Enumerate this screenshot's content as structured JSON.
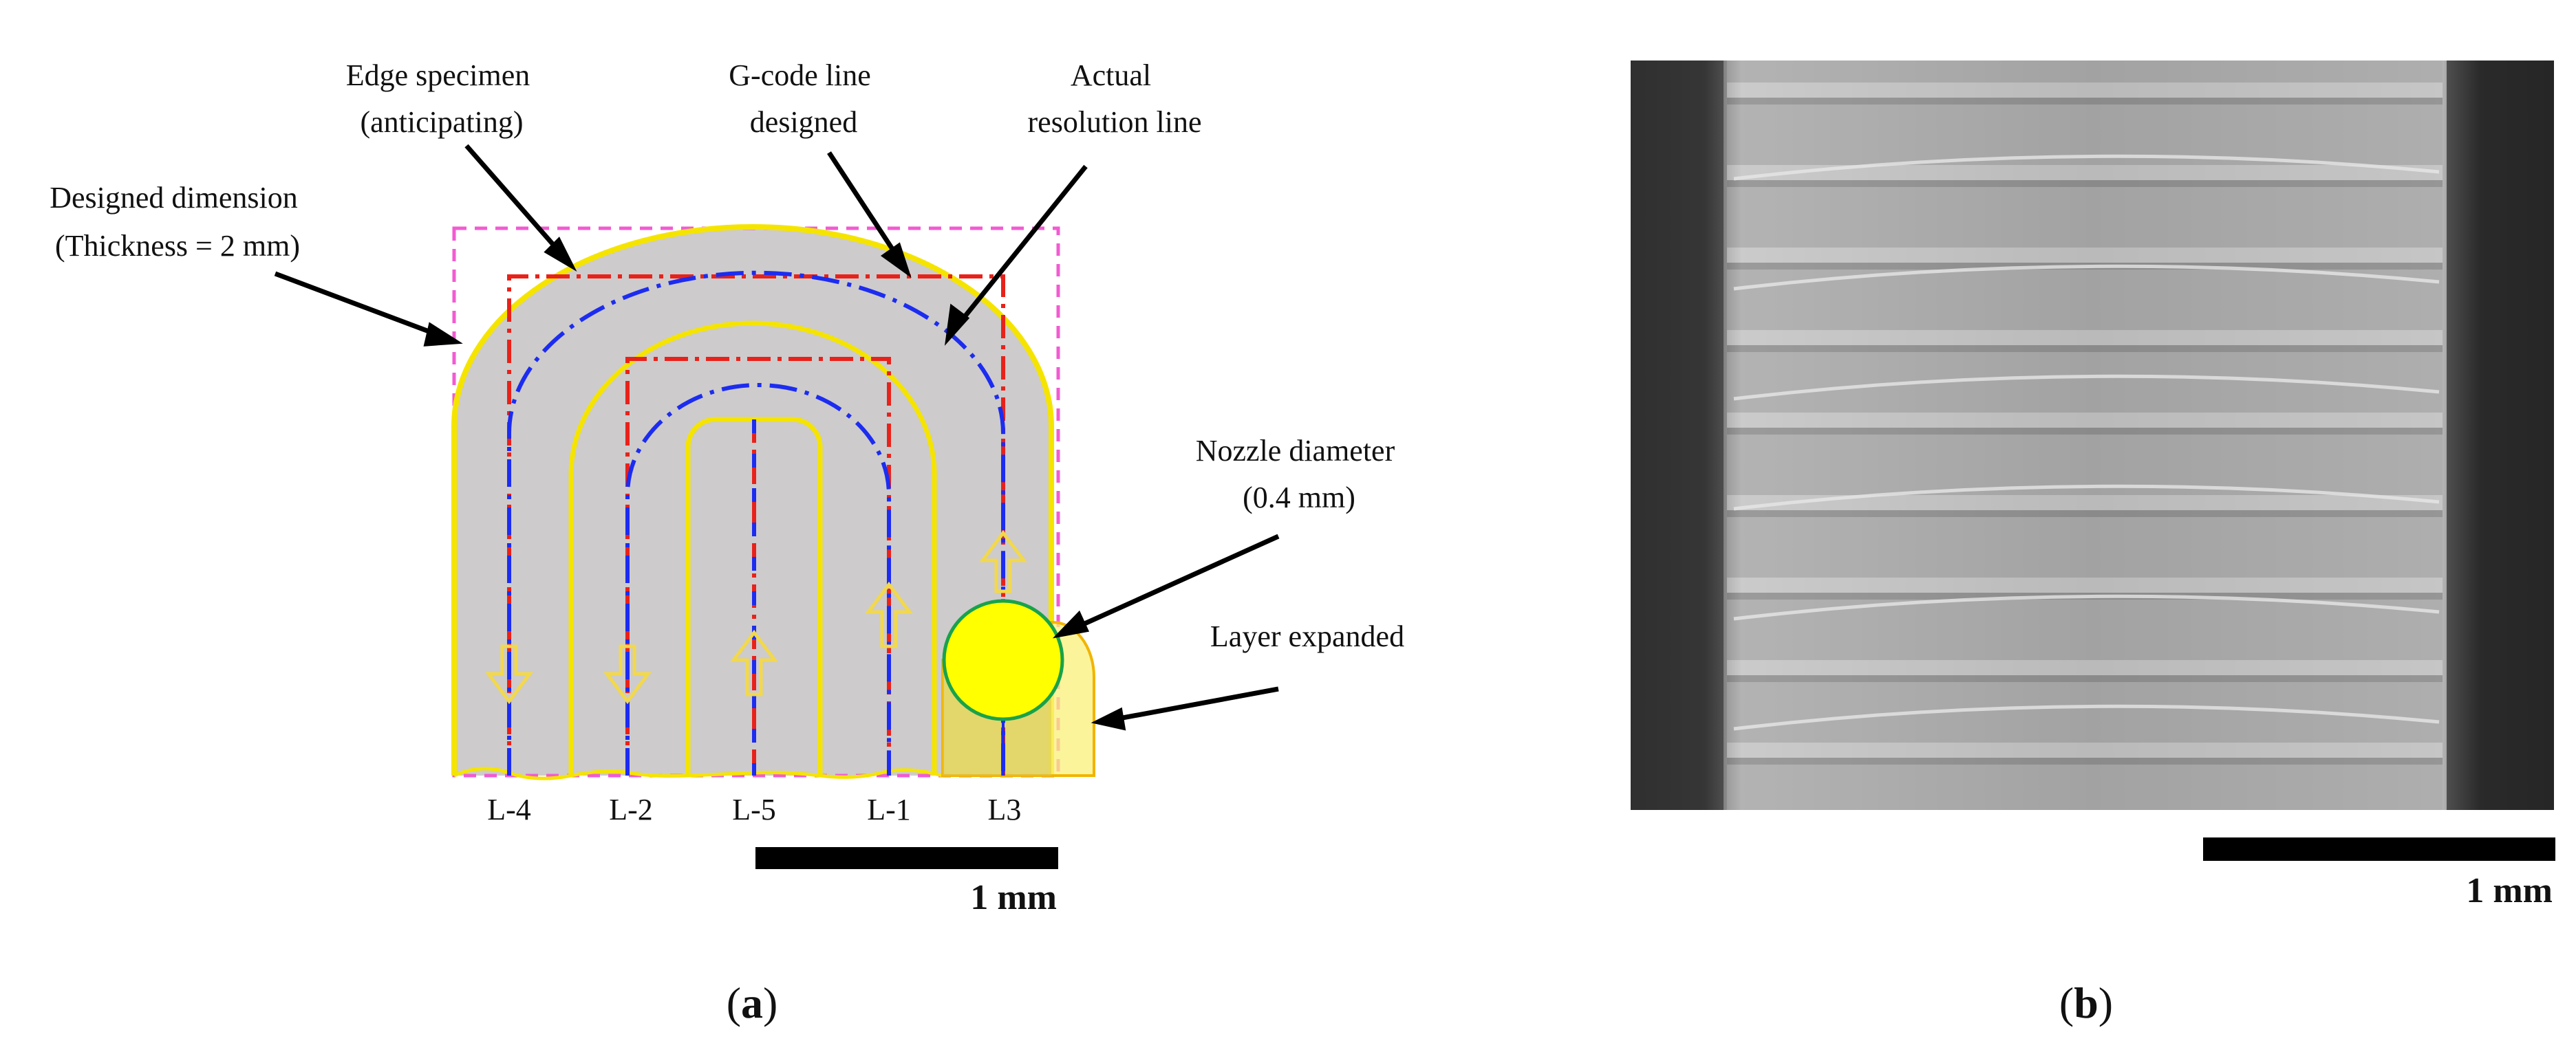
{
  "colors": {
    "filament_fill": "#cdcbcc",
    "edge_yellow": "#f5e400",
    "gcode_red": "#e8221a",
    "resolution_blue": "#1c2cf0",
    "designed_magenta": "#f25bd2",
    "nozzle_yellow": "#ffff00",
    "nozzle_ring": "#19a24a",
    "expanded_fill": "#f9f07a",
    "arrow_outline": "#f2d84c",
    "black": "#000000"
  },
  "labels": {
    "designed_dimension": [
      "Designed dimension",
      "(Thickness = 2 mm)"
    ],
    "edge_specimen": [
      "Edge specimen",
      "(anticipating)"
    ],
    "gcode_line": [
      "G-code line",
      "designed"
    ],
    "actual_resolution": [
      "Actual",
      "resolution line"
    ],
    "nozzle_diameter": [
      "Nozzle diameter",
      "(0.4 mm)"
    ],
    "layer_expanded": "Layer expanded"
  },
  "lanes": [
    "L-4",
    "L-2",
    "L-5",
    "L-1",
    "L3"
  ],
  "scale_bars": {
    "a": "1 mm",
    "b": "1 mm"
  },
  "captions": {
    "a": "a",
    "b": "b"
  },
  "icons": {
    "direction_arrows": "hollow-arrow-icon",
    "pointer_arrows": "pointer-arrow-icon",
    "nozzle": "nozzle-circle-icon"
  }
}
